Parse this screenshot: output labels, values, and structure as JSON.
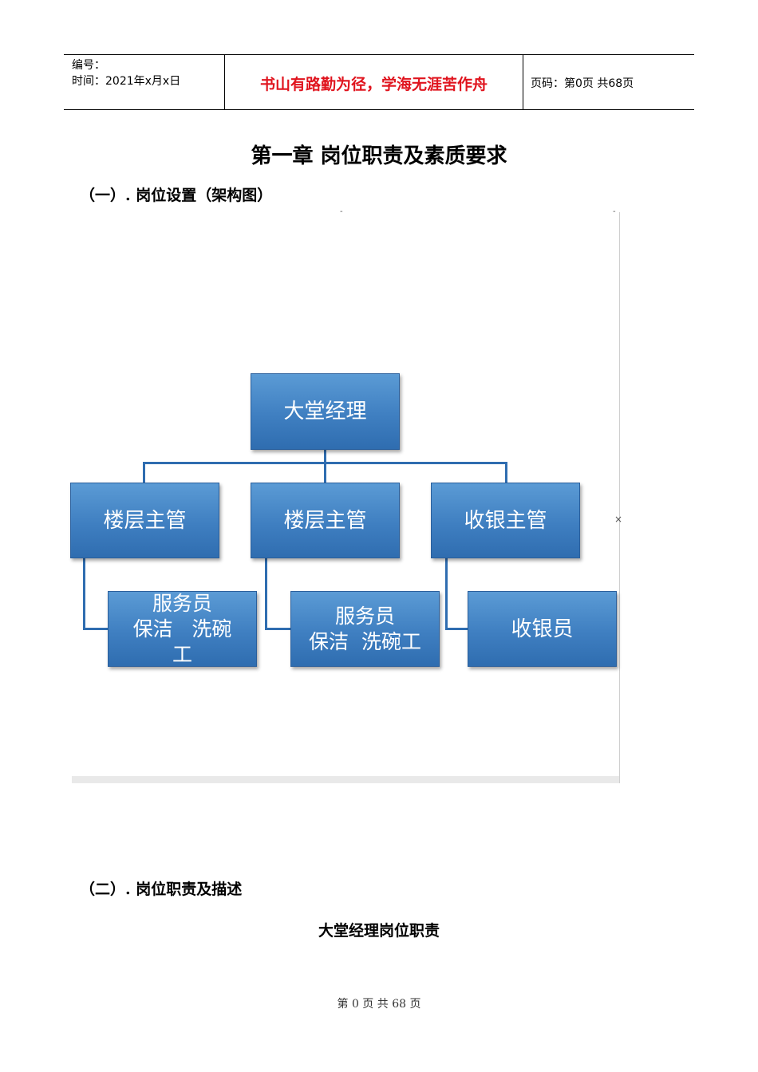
{
  "header": {
    "number_label": "编号：",
    "time_label": "时间：2021年x月x日",
    "motto": "书山有路勤为径，学海无涯苦作舟",
    "page_info": "页码：第0页  共68页"
  },
  "chapter_title": "第一章  岗位职责及素质要求",
  "section1_title": "（一）. 岗位设置（架构图）",
  "org_chart": {
    "root": "大堂经理",
    "supervisors": [
      "楼层主管",
      "楼层主管",
      "收银主管"
    ],
    "staff_left": [
      "服务员",
      "保洁   洗碗",
      "工"
    ],
    "staff_middle": [
      "服务员",
      "保洁  洗碗工"
    ],
    "staff_right": "收银员"
  },
  "section2_title": "（二）. 岗位职责及描述",
  "subsection_title": "大堂经理岗位职责",
  "footer": "第 0 页 共 68 页"
}
